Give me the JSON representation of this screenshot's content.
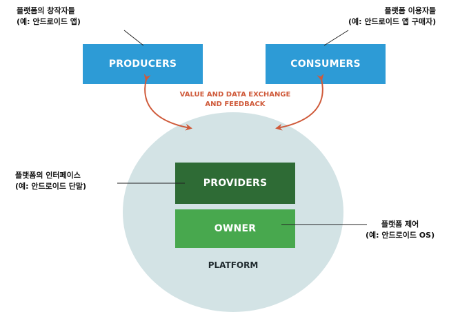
{
  "annotations": {
    "producers_note": {
      "line1": "플랫폼의 창작자들",
      "line2": "(예: 안드로이드 앱)"
    },
    "consumers_note": {
      "line1": "플랫폼 이용자들",
      "line2": "(예: 안드로이드 앱 구매자)"
    },
    "providers_note": {
      "line1": "플랫폼의 인터페이스",
      "line2": "(예: 안드로이드 단말)"
    },
    "owner_note": {
      "line1": "플랫폼 제어",
      "line2": "(예: 안드로이드 OS)"
    }
  },
  "boxes": {
    "producers": "PRODUCERS",
    "consumers": "CONSUMERS",
    "providers": "PROVIDERS",
    "owner": "OWNER"
  },
  "exchange_label": "VALUE AND DATA EXCHANGE\nAND FEEDBACK",
  "platform_label": "PLATFORM",
  "colors": {
    "blue_box": "#2d9bd6",
    "dark_green_box": "#2e6b35",
    "light_green_box": "#48a84e",
    "platform_circle": "#d3e3e5",
    "arrow_red": "#cf5a3a"
  }
}
